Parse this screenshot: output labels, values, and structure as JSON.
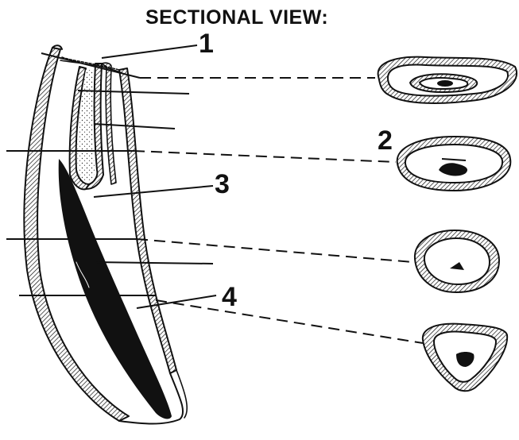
{
  "title": "SECTIONAL VIEW:",
  "labels": [
    "1",
    "2",
    "3",
    "4"
  ],
  "colors": {
    "ink": "#111111",
    "paper": "#ffffff",
    "hatch_fill": "#ffffff"
  }
}
